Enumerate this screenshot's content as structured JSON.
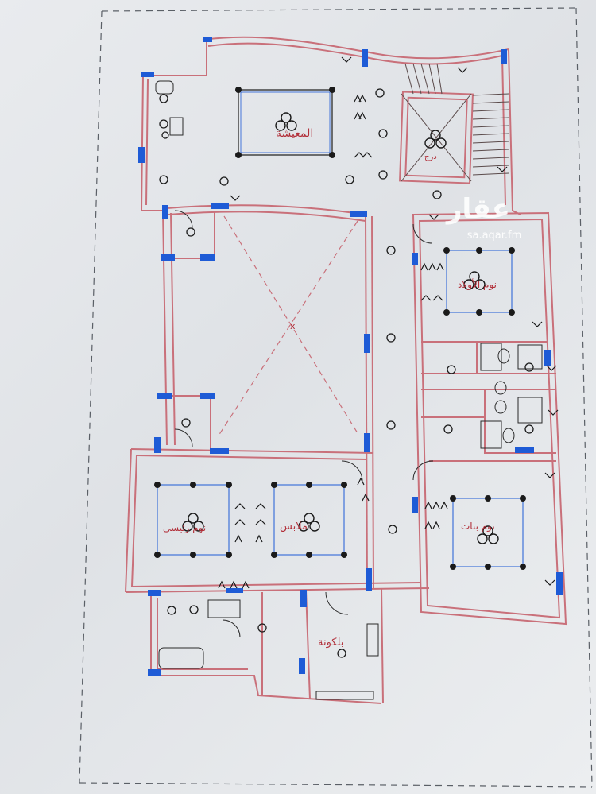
{
  "rooms": {
    "living": "المعيشة",
    "boys_bedroom": "نوم الأولاد",
    "master_bedroom": "نوم رئيسي",
    "dressing": "ملابس",
    "girls_bedroom": "نوم بنات",
    "balcony": "بلكونة",
    "stair_label": "درج"
  },
  "watermark": {
    "brand": "عقار",
    "url": "sa.aqar.fm"
  },
  "colors": {
    "wall": "#c9707a",
    "window": "#1e5bd6",
    "ink": "#2a2a2a",
    "label": "#b2303a"
  }
}
